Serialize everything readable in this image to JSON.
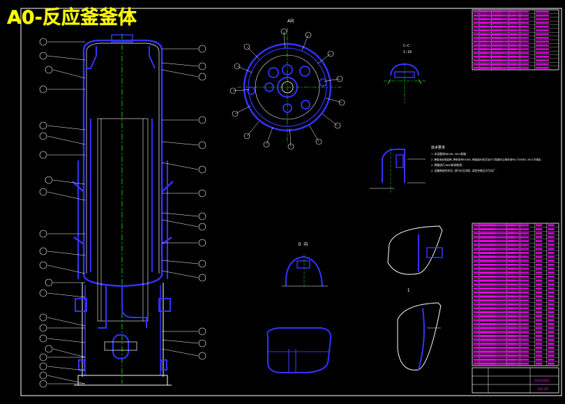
{
  "drawing": {
    "title": "A0-反应釜釜体",
    "sheet_no": "JSQ-01",
    "company_block": "XXXXXXXX",
    "view_labels": {
      "top_view": "A向",
      "section_c": "C—C",
      "section_c_scale": "1:10",
      "detail_d": "D 向",
      "detail_i": "I"
    },
    "note_title": "技术要求",
    "notes": [
      "1.本设备按GB150-2011制造.",
      "2.焊接采用电弧焊,焊条型号E4303,焊接接头型式及尺寸除图中注明外按HG/T20583-2011中规定.",
      "3.焊缝进行100%射线检测.",
      "4.设备制造完毕后,进行水压试验,试验合格后方可出厂."
    ]
  },
  "colors": {
    "background": "#000000",
    "frame": "#ffffff",
    "vessel": "#3333ff",
    "centerline": "#00cc00",
    "table_text": "#ff00ff",
    "title_text": "#ffff00"
  }
}
